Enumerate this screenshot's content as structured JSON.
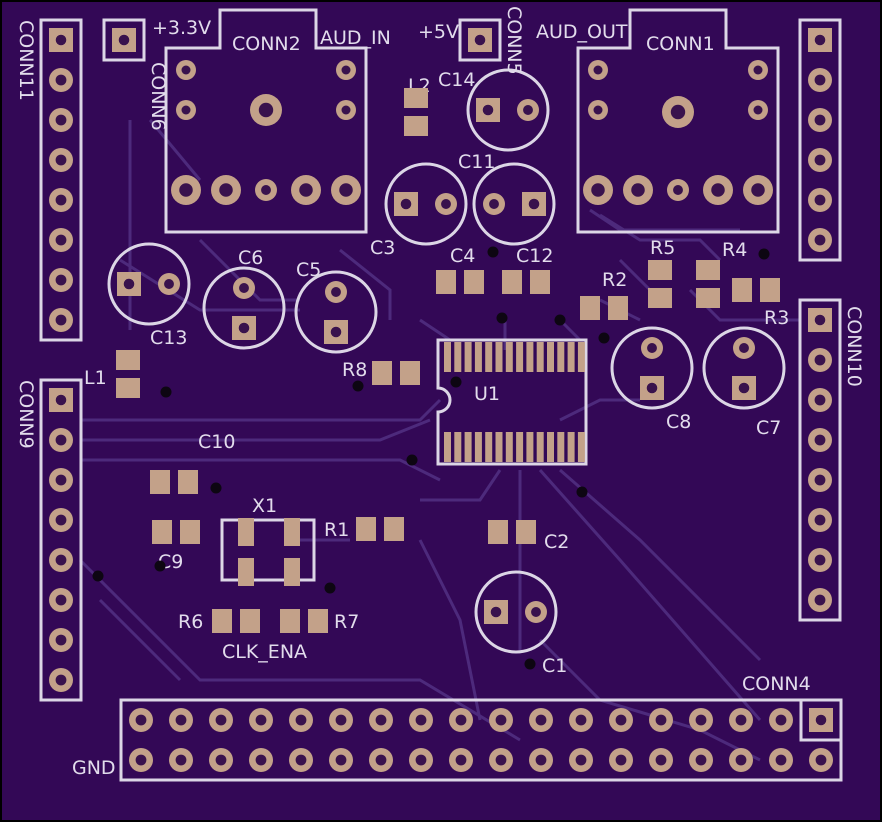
{
  "colors": {
    "board": "#330856",
    "edge": "#000000",
    "trace": "#4d2a7c",
    "silk": "#dcd6e6",
    "pad": "#c3a189",
    "drill": "#39124d",
    "via": "#0d0612"
  },
  "labels": {
    "conn11": "CONN11",
    "conn6": "CONN6",
    "v33": "+3.3V",
    "conn2": "CONN2",
    "aud_in": "AUD_IN",
    "v5": "+5V",
    "conn5": "CONN5",
    "aud_out": "AUD_OUT",
    "conn1": "CONN1",
    "l2": "L2",
    "c14": "C14",
    "c11": "C11",
    "c3": "C3",
    "c4": "C4",
    "c12": "C12",
    "r5": "R5",
    "r4": "R4",
    "r2": "R2",
    "r3": "R3",
    "c6": "C6",
    "c5": "C5",
    "c13": "C13",
    "conn10": "CONN10",
    "l1": "L1",
    "r8": "R8",
    "u1": "U1",
    "conn9": "CONN9",
    "c8": "C8",
    "c7": "C7",
    "c10": "C10",
    "x1": "X1",
    "r1": "R1",
    "c2": "C2",
    "c9": "C9",
    "r6": "R6",
    "r7": "R7",
    "clk_ena": "CLK_ENA",
    "c1": "C1",
    "conn4": "CONN4",
    "gnd": "GND"
  }
}
